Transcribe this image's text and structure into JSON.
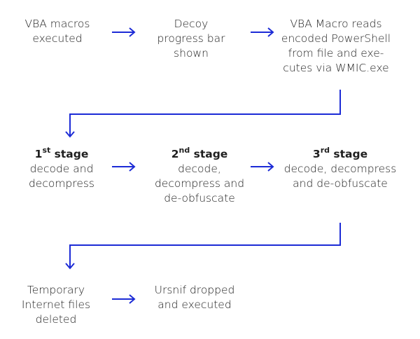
{
  "colors": {
    "arrow": "#1c2bd6",
    "text": "#1f1f1f",
    "background": "#ffffff"
  },
  "rows": [
    [
      {
        "id": "vba-macros-executed",
        "lines": [
          "VBA macros",
          "executed"
        ]
      },
      {
        "id": "decoy-progress-bar",
        "lines": [
          "Decoy",
          "progress bar",
          "shown"
        ]
      },
      {
        "id": "vba-macro-reads-powershell",
        "lines": [
          "VBA Macro reads",
          "encoded PowerShell",
          "from file and exe-",
          "cutes via WMIC.exe"
        ]
      }
    ],
    [
      {
        "id": "first-stage",
        "stage": {
          "num": "1",
          "sup": "st",
          "word": " stage"
        },
        "lines": [
          "decode and",
          "decompress"
        ]
      },
      {
        "id": "second-stage",
        "stage": {
          "num": "2",
          "sup": "nd",
          "word": " stage"
        },
        "lines": [
          "decode,",
          "decompress and",
          "de-obfuscate"
        ]
      },
      {
        "id": "third-stage",
        "stage": {
          "num": "3",
          "sup": "rd",
          "word": " stage"
        },
        "lines": [
          "decode, decompress",
          "and de-obfuscate"
        ]
      }
    ],
    [
      {
        "id": "temporary-internet-files-deleted",
        "lines": [
          "Temporary",
          "Internet files",
          "deleted"
        ]
      },
      {
        "id": "ursnif-dropped",
        "lines": [
          "Ursnif dropped",
          "and executed"
        ]
      }
    ]
  ]
}
